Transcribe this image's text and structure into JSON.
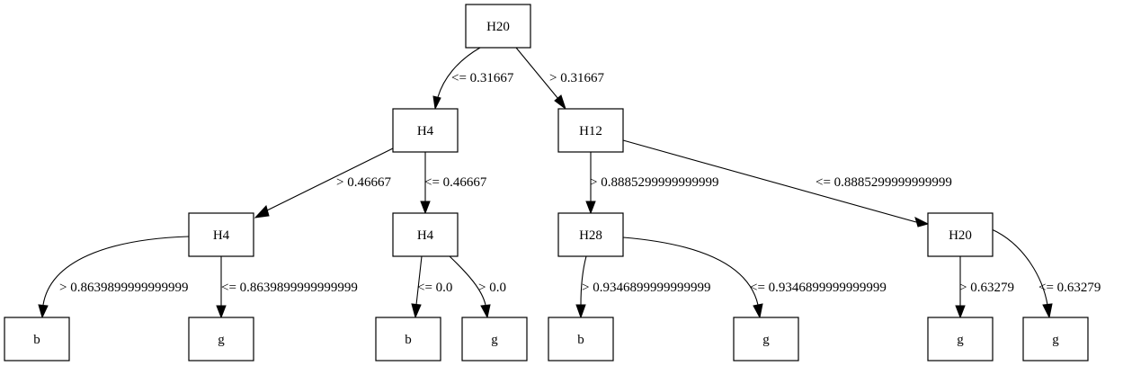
{
  "nodes": {
    "root": "H20",
    "h4_left": "H4",
    "h12": "H12",
    "h4_ll": "H4",
    "h4_lr": "H4",
    "h28": "H28",
    "h20_r": "H20",
    "leaf1": "b",
    "leaf2": "g",
    "leaf3": "b",
    "leaf4": "g",
    "leaf5": "b",
    "leaf6": "g",
    "leaf7": "g",
    "leaf8": "g"
  },
  "edges": {
    "root_left": "<= 0.31667",
    "root_right": "> 0.31667",
    "h4_to_ll": "> 0.46667",
    "h4_to_lr": "<= 0.46667",
    "h12_to_h28": "> 0.8885299999999999",
    "h12_to_h20": "<= 0.8885299999999999",
    "ll_to_b": "> 0.8639899999999999",
    "ll_to_g": "<= 0.8639899999999999",
    "lr_to_b": "<= 0.0",
    "lr_to_g": "> 0.0",
    "h28_to_b": "> 0.9346899999999999",
    "h28_to_g": "<= 0.9346899999999999",
    "h20r_to_g1": "> 0.63279",
    "h20r_to_g2": "<= 0.63279"
  }
}
